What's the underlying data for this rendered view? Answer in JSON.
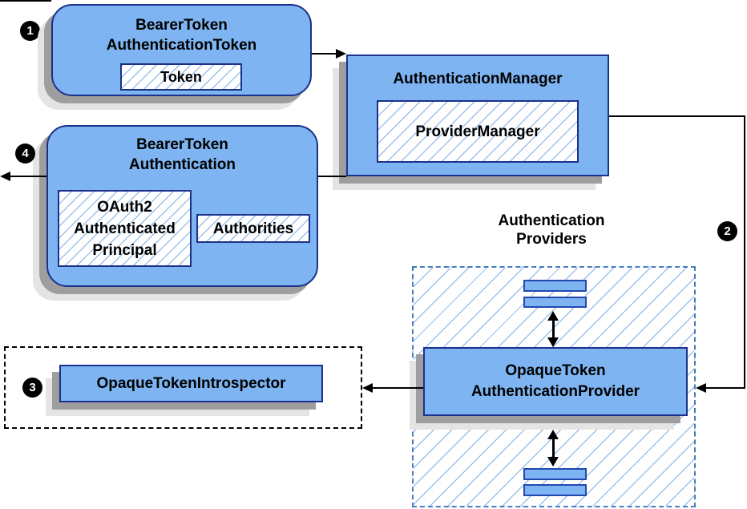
{
  "colors": {
    "box_fill": "#7db4f1",
    "box_border": "#1c318c",
    "bar_border": "#2448b0",
    "hatch_line": "#9cc2ec",
    "providers_dash": "#4a7cc0",
    "introspector_dash": "#000000",
    "shadow_dark": "#9e9e9e",
    "shadow_light": "#e4e4e4",
    "connector": "#000000",
    "badge_bg": "#000000",
    "badge_fg": "#ffffff",
    "canvas_bg": "#ffffff",
    "text": "#000000"
  },
  "badges": {
    "step1": "1",
    "step2": "2",
    "step3": "3",
    "step4": "4"
  },
  "nodes": {
    "bearer_token_authentication_token": {
      "title": "BearerToken\nAuthenticationToken",
      "token": "Token"
    },
    "authentication_manager": {
      "title": "AuthenticationManager",
      "provider_manager": "ProviderManager"
    },
    "bearer_token_authentication": {
      "title": "BearerToken\nAuthentication",
      "principal": "OAuth2\nAuthenticated\nPrincipal",
      "authorities": "Authorities"
    },
    "authentication_providers": {
      "label": "Authentication\nProviders"
    },
    "opaque_token_authentication_provider": {
      "title": "OpaqueToken\nAuthenticationProvider"
    },
    "opaque_token_introspector": {
      "title": "OpaqueTokenIntrospector"
    }
  }
}
